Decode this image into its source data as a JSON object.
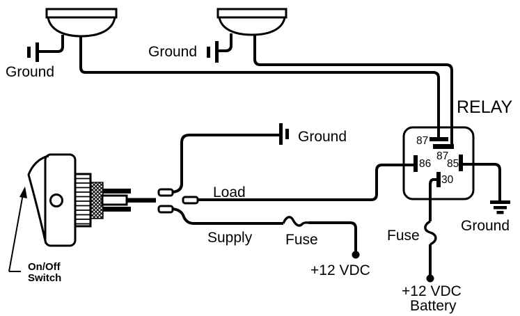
{
  "title": "RELAY",
  "colors": {
    "line": "#000000",
    "background": "#ffffff"
  },
  "labels": {
    "ground_lamp_left": "Ground",
    "ground_lamp_right": "Ground",
    "ground_switch_circuit": "Ground",
    "ground_relay": "Ground",
    "load": "Load",
    "supply": "Supply",
    "fuse_supply": "Fuse",
    "fuse_battery": "Fuse",
    "supply_source": "+12 VDC",
    "battery_source_line1": "+12 VDC",
    "battery_source_line2": "Battery",
    "switch_caption_line1": "On/Off",
    "switch_caption_line2": "Switch"
  },
  "relay": {
    "label": "RELAY",
    "pins": {
      "p87_top": "87",
      "p87_mid": "87",
      "p86": "86",
      "p85": "85",
      "p30": "30"
    }
  }
}
